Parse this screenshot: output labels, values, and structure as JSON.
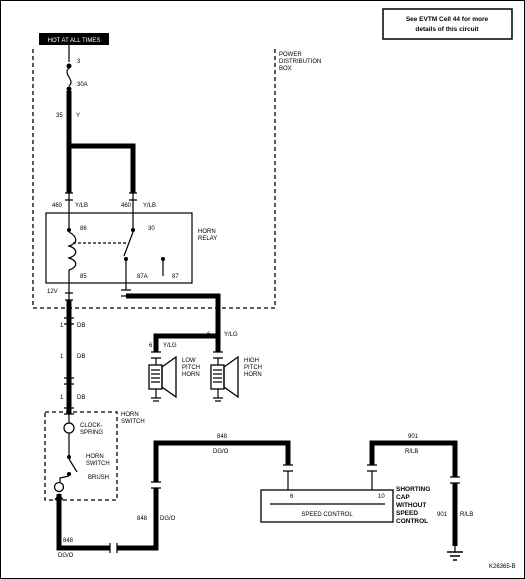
{
  "header": {
    "hot_label": "HOT AT ALL TIMES",
    "note_line1": "See EVTM Cell 44 for more",
    "note_line2": "details of this circuit"
  },
  "pdb": {
    "title_line1": "POWER",
    "title_line2": "DISTRIBUTION",
    "title_line3": "BOX",
    "fuse_number": "3",
    "fuse_rating": "30A",
    "wire_top_num": "35",
    "wire_top_color": "Y"
  },
  "relay": {
    "title_line1": "HORN",
    "title_line2": "RELAY",
    "in_left_num": "460",
    "in_left_color": "Y/LB",
    "in_right_num": "460",
    "in_right_color": "Y/LB",
    "pin_86": "86",
    "pin_30": "30",
    "pin_85": "85",
    "pin_87a": "87A",
    "pin_87": "87",
    "pin_12v": "12V"
  },
  "horns": {
    "db_labels": [
      {
        "num": "1",
        "color": "DB"
      },
      {
        "num": "1",
        "color": "DB"
      },
      {
        "num": "1",
        "color": "DB"
      }
    ],
    "high_wire_num": "6",
    "high_wire_color": "Y/LG",
    "low_wire_num": "6",
    "low_wire_color": "Y/LG",
    "low_line1": "LOW",
    "low_line2": "PITCH",
    "low_line3": "HORN",
    "high_line1": "HIGH",
    "high_line2": "PITCH",
    "high_line3": "HORN"
  },
  "horn_switch": {
    "title_line1": "HORN",
    "title_line2": "SWITCH",
    "clock_line1": "CLOCK-",
    "clock_line2": "SPRING",
    "sw_line1": "HORN",
    "sw_line2": "SWITCH",
    "brush": "BRUSH"
  },
  "speed": {
    "w848_top_num": "848",
    "w848_top_color": "DG/O",
    "w848_side_num": "848",
    "w848_side_color": "DG/O",
    "w848_bot_num": "848",
    "w848_bot_color": "DG/O",
    "w901_top_num": "901",
    "w901_top_color": "R/LB",
    "w901_side_num": "901",
    "w901_side_color": "R/LB",
    "pin6": "6",
    "pin10": "10",
    "module_label": "SPEED CONTROL",
    "cap_line1": "SHORTING",
    "cap_line2": "CAP",
    "cap_line3": "WITHOUT",
    "cap_line4": "SPEED",
    "cap_line5": "CONTROL"
  },
  "footer": {
    "code": "K26365-B"
  }
}
